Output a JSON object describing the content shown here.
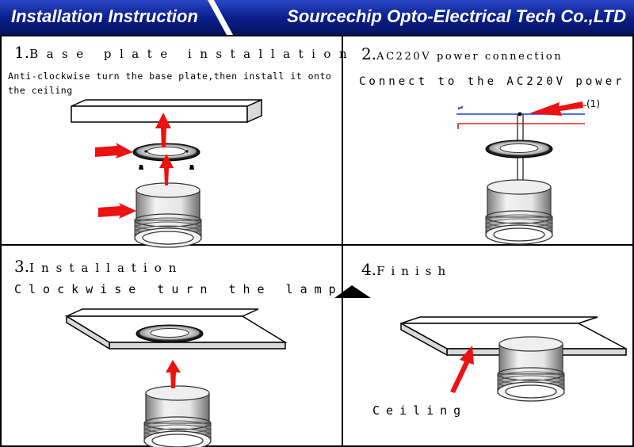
{
  "header": {
    "title": "Installation Instruction",
    "company": "Sourcechip Opto-Electrical Tech Co.,LTD"
  },
  "colors": {
    "header_blue": "#0b1f8c",
    "arrow_red": "#ee1111",
    "live_wire_blue": "#1f3fcf",
    "neutral_wire_red": "#e02020"
  },
  "steps": [
    {
      "number": "1.",
      "title": "Base plate installation",
      "description_line1": "Anti-clockwise turn the base plate,then install it onto",
      "description_line2": "the ceiling"
    },
    {
      "number": "2.",
      "title": "AC220V power connection",
      "description": "Connect to the AC220V power",
      "callout": "(1)"
    },
    {
      "number": "3.",
      "title": "Installation",
      "description": "Clockwise turn the lamp"
    },
    {
      "number": "4.",
      "title": "Finish",
      "label": "Ceiling"
    }
  ]
}
